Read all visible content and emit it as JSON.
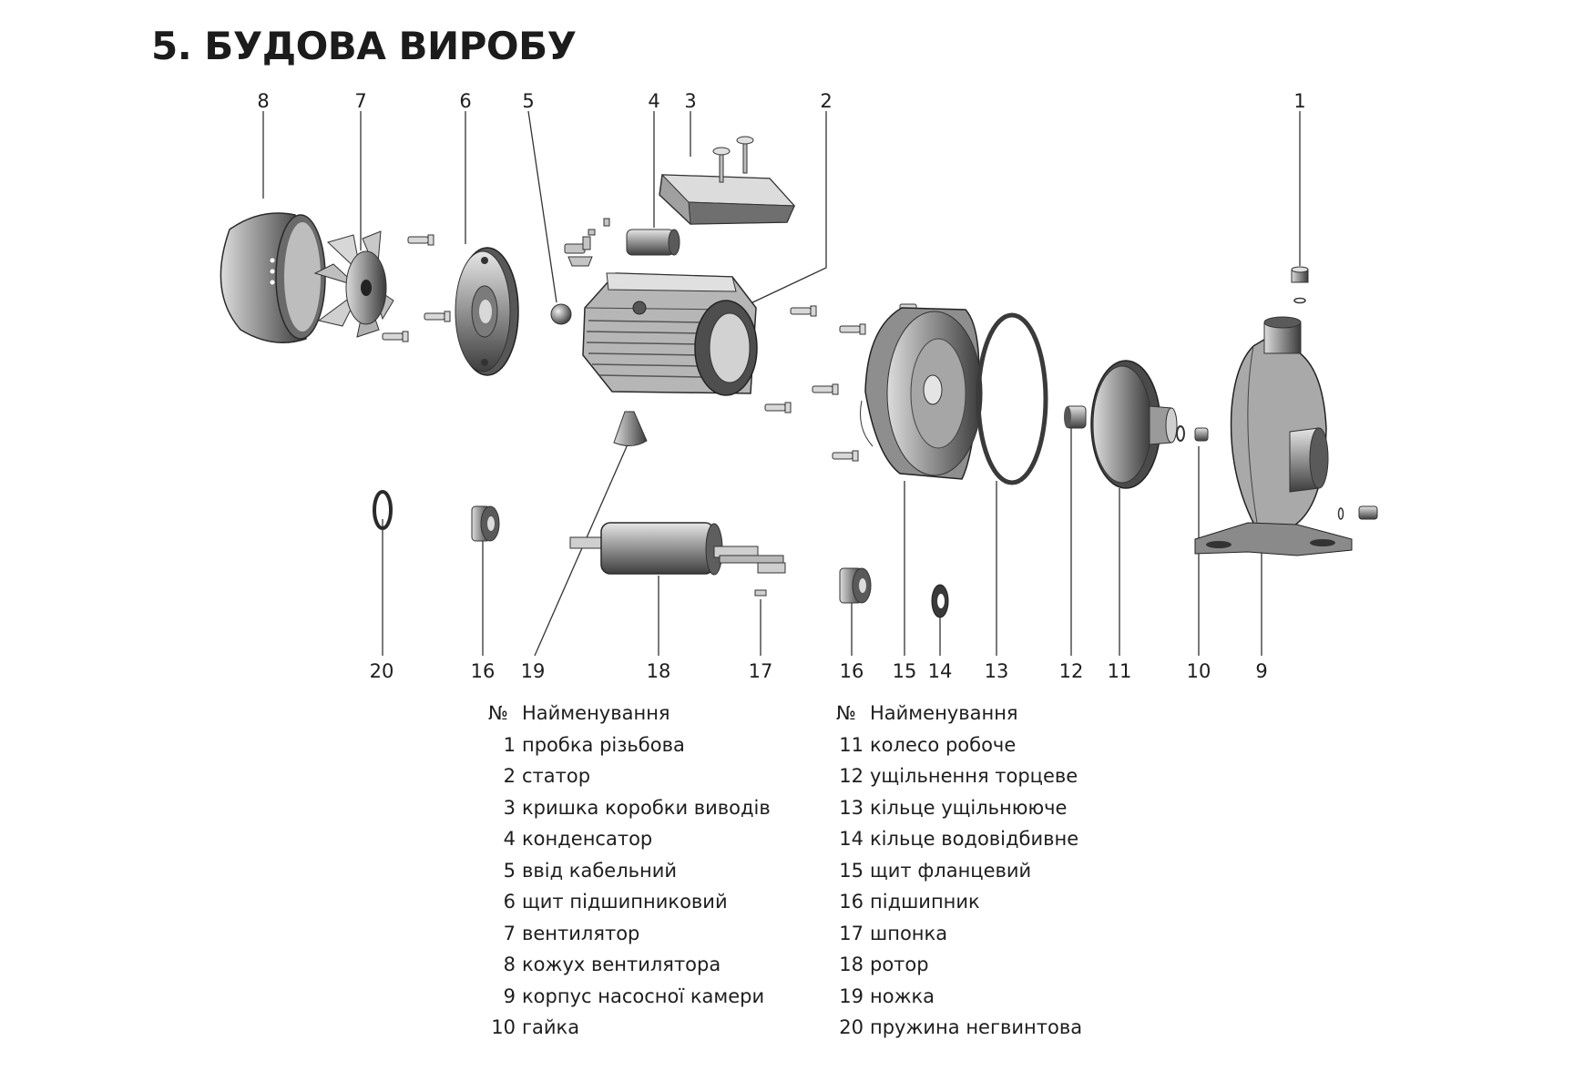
{
  "title": "5. БУДОВА ВИРОБУ",
  "callouts": {
    "c1": "1",
    "c2": "2",
    "c3": "3",
    "c4": "4",
    "c5": "5",
    "c6": "6",
    "c7": "7",
    "c8": "8",
    "c9": "9",
    "c10": "10",
    "c11": "11",
    "c12": "12",
    "c13": "13",
    "c14": "14",
    "c15": "15",
    "c16a": "16",
    "c16b": "16",
    "c17": "17",
    "c18": "18",
    "c19": "19",
    "c20": "20"
  },
  "legend": {
    "header_num": "№",
    "header_name": "Найменування",
    "left": [
      {
        "num": "1",
        "name": "пробка різьбова"
      },
      {
        "num": "2",
        "name": "статор"
      },
      {
        "num": "3",
        "name": "кришка коробки виводів"
      },
      {
        "num": "4",
        "name": "конденсатор"
      },
      {
        "num": "5",
        "name": "ввід кабельний"
      },
      {
        "num": "6",
        "name": "щит підшипниковий"
      },
      {
        "num": "7",
        "name": "вентилятор"
      },
      {
        "num": "8",
        "name": "кожух вентилятора"
      },
      {
        "num": "9",
        "name": "корпус насосної камери"
      },
      {
        "num": "10",
        "name": "гайка"
      }
    ],
    "right": [
      {
        "num": "11",
        "name": "колесо робоче"
      },
      {
        "num": "12",
        "name": "ущільнення торцеве"
      },
      {
        "num": "13",
        "name": "кільце ущільнююче"
      },
      {
        "num": "14",
        "name": "кільце водовідбивне"
      },
      {
        "num": "15",
        "name": "щит фланцевий"
      },
      {
        "num": "16",
        "name": "підшипник"
      },
      {
        "num": "17",
        "name": "шпонка"
      },
      {
        "num": "18",
        "name": "ротор"
      },
      {
        "num": "19",
        "name": "ножка"
      },
      {
        "num": "20",
        "name": "пружина негвинтова"
      }
    ]
  }
}
